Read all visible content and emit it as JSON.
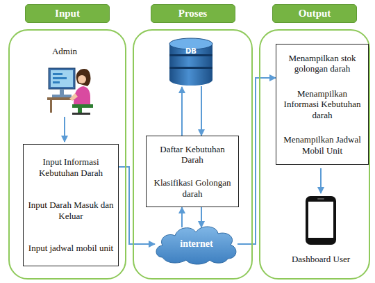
{
  "diagram": {
    "nodes": [
      {
        "text": [
          "Input"
        ]
      },
      {
        "text": [
          "Input Informasi Kebutuhan Darah",
          "Input Darah Masuk dan Keluar",
          "Input jadwal mobil unit"
        ],
        "in": 0
      },
      {
        "text": [
          "Proses"
        ]
      },
      {
        "text": [
          "DB"
        ],
        "in": 2
      },
      {
        "text": [
          "Daftar Kebutuhan Darah",
          "Klasifikasi Golongan darah"
        ],
        "in": 2
      },
      {
        "text": [
          "internet"
        ],
        "in": 2
      },
      {
        "text": [
          "Output"
        ]
      },
      {
        "text": [
          "Menampilkan stok golongan darah",
          "Menampilkan Informasi Kebutuhan darah",
          "Menampilkan Jadwal Mobil Unit"
        ],
        "in": 6
      }
    ],
    "edges": [
      {
        "from": 1,
        "to": 5,
        "arrow": "to"
      },
      {
        "from": 3,
        "to": 4,
        "arrow": "to"
      },
      {
        "from": 4,
        "to": 3,
        "arrow": "to"
      },
      {
        "from": 4,
        "to": 5,
        "arrow": "to"
      },
      {
        "from": 5,
        "to": 4,
        "arrow": "to"
      },
      {
        "from": 5,
        "to": 7,
        "arrow": "to"
      }
    ],
    "labels": [
      "Admin",
      "Dashboard User"
    ]
  }
}
